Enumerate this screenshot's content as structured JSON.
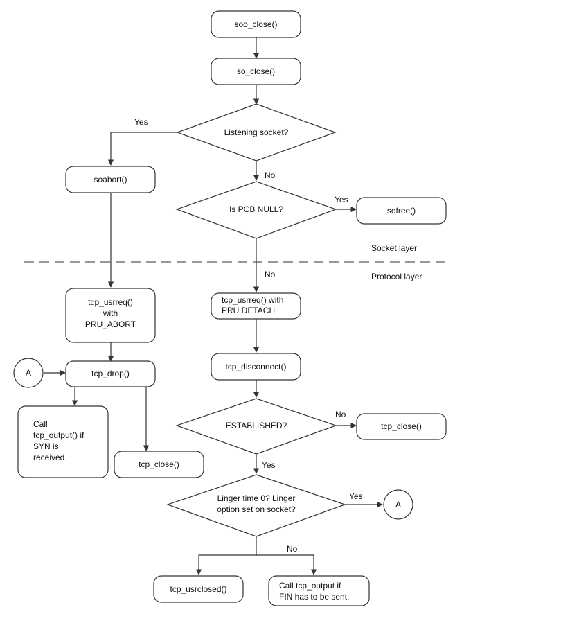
{
  "nodes": {
    "soo_close": "soo_close()",
    "so_close": "so_close()",
    "listening": "Listening socket?",
    "soabort": "soabort()",
    "pcb_null": "Is PCB NULL?",
    "sofree": "sofree()",
    "tcp_usrreq_abort": [
      "tcp_usrreq()",
      "with",
      "PRU_ABORT"
    ],
    "tcp_usrreq_detach": [
      "tcp_usrreq() with",
      "PRU DETACH"
    ],
    "connector_a_left": "A",
    "tcp_drop": "tcp_drop()",
    "tcp_disconnect": "tcp_disconnect()",
    "call_tcp_output_syn": [
      "Call",
      "tcp_output() if",
      "SYN is",
      "received."
    ],
    "tcp_close_left": "tcp_close()",
    "established": "ESTABLISHED?",
    "tcp_close_right": "tcp_close()",
    "linger": [
      "Linger time 0? Linger",
      "option set on socket?"
    ],
    "connector_a_right": "A",
    "tcp_usrclosed": "tcp_usrclosed()",
    "call_tcp_output_fin": [
      "Call tcp_output if",
      "FIN has to be sent."
    ]
  },
  "edge_labels": {
    "listening_yes": "Yes",
    "listening_no": "No",
    "pcb_yes": "Yes",
    "pcb_no": "No",
    "established_no": "No",
    "established_yes": "Yes",
    "linger_yes": "Yes",
    "linger_no": "No"
  },
  "layers": {
    "socket": "Socket layer",
    "protocol": "Protocol layer"
  }
}
